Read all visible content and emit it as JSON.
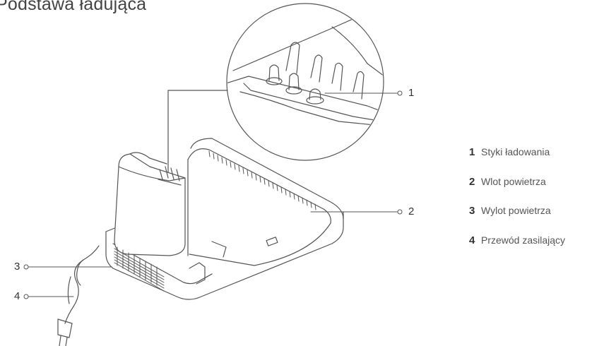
{
  "title": "Podstawa ładująca",
  "callouts": {
    "c1": "1",
    "c2": "2",
    "c3": "3",
    "c4": "4"
  },
  "legend": [
    {
      "num": "1",
      "label": "Styki ładowania"
    },
    {
      "num": "2",
      "label": "Wlot powietrza"
    },
    {
      "num": "3",
      "label": "Wylot powietrza"
    },
    {
      "num": "4",
      "label": "Przewód zasilający"
    }
  ],
  "colors": {
    "line": "#555555",
    "text": "#333333"
  }
}
